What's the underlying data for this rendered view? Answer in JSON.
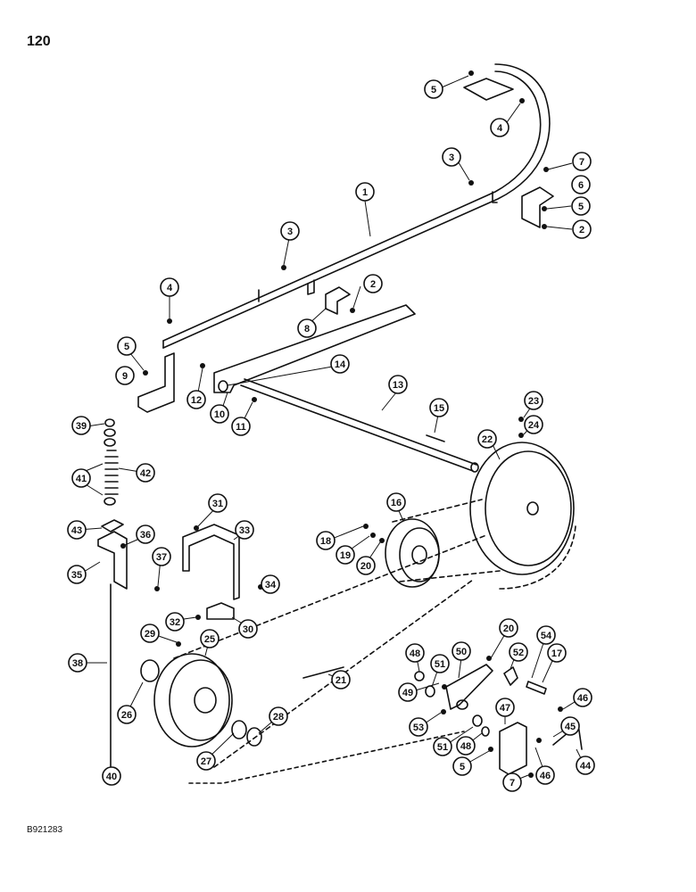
{
  "page": {
    "number": "120",
    "figure_code": "B921283"
  },
  "callouts": [
    "5",
    "4",
    "3",
    "7",
    "6",
    "5",
    "2",
    "1",
    "3",
    "2",
    "4",
    "8",
    "5",
    "9",
    "12",
    "10",
    "11",
    "14",
    "13",
    "15",
    "23",
    "24",
    "22",
    "39",
    "41",
    "42",
    "31",
    "33",
    "16",
    "18",
    "19",
    "20",
    "43",
    "36",
    "37",
    "35",
    "34",
    "32",
    "30",
    "29",
    "25",
    "38",
    "26",
    "21",
    "48",
    "51",
    "50",
    "20",
    "52",
    "54",
    "17",
    "49",
    "46",
    "45",
    "53",
    "51",
    "48",
    "47",
    "44",
    "27",
    "28",
    "5",
    "46",
    "7",
    "40"
  ]
}
